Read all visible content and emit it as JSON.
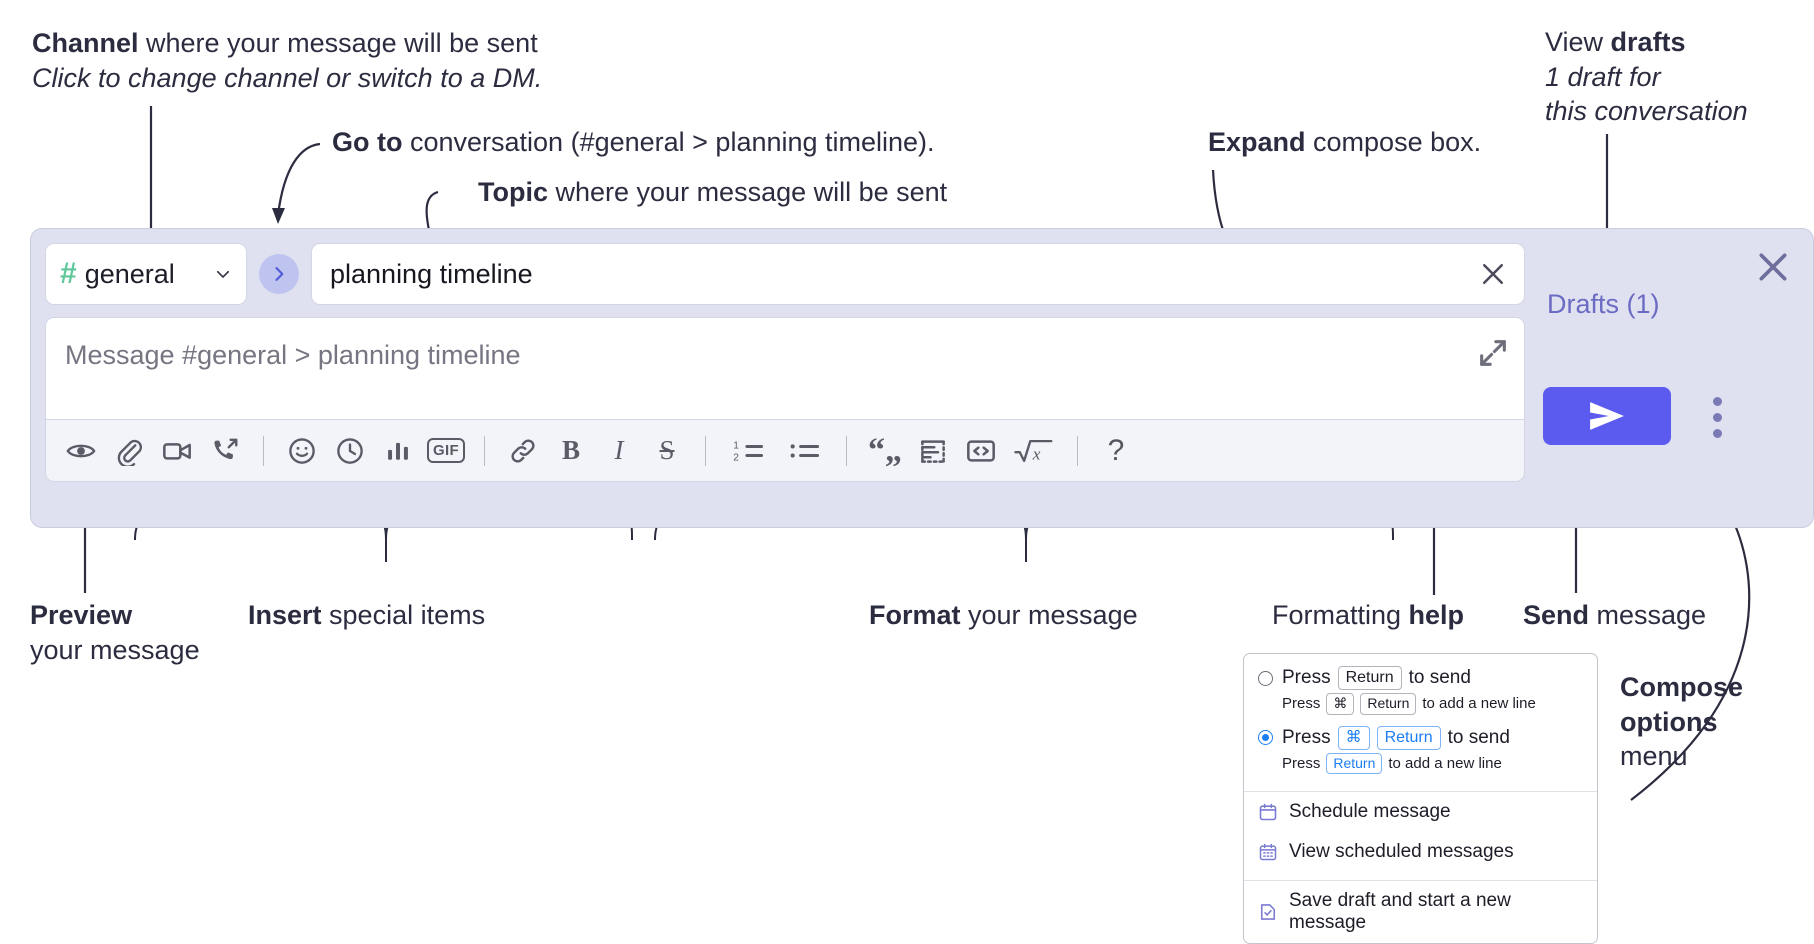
{
  "annotations": {
    "channel": {
      "bold": "Channel",
      "rest": " where your message will be sent",
      "italic": "Click to change channel or switch to a DM."
    },
    "goto": {
      "bold": "Go to",
      "rest": " conversation (#general > planning timeline)."
    },
    "topic": {
      "bold": "Topic",
      "rest": " where your message will be sent"
    },
    "expand": {
      "bold": "Expand",
      "rest": " compose box."
    },
    "drafts": {
      "rest": "View ",
      "bold": "drafts",
      "italic_line1": "1 draft for",
      "italic_line2": "this conversation"
    },
    "preview": {
      "bold": "Preview",
      "line2": "your message"
    },
    "insert": {
      "bold": "Insert",
      "rest": " special items"
    },
    "format": {
      "bold": "Format",
      "rest": " your message"
    },
    "help": {
      "rest": "Formatting ",
      "bold": "help"
    },
    "send": {
      "bold": "Send",
      "rest": " message"
    },
    "compose_options": {
      "bold_line1": "Compose",
      "bold_line2": "options",
      "line3": "menu"
    }
  },
  "compose": {
    "channel_name": "general",
    "hash_symbol": "#",
    "topic_value": "planning timeline",
    "message_placeholder": "Message #general > planning timeline",
    "drafts_label": "Drafts (1)",
    "accent_purple": "#5b5bf0",
    "panel_background": "#dfe1f0",
    "hash_green": "#5fc79a",
    "drafts_text_color": "#6b6bc4",
    "toolbar": [
      {
        "name": "preview-icon",
        "label": "Preview"
      },
      {
        "name": "attachment-icon",
        "label": "Attach file"
      },
      {
        "name": "video-icon",
        "label": "Record video clip"
      },
      {
        "name": "audio-call-icon",
        "label": "Record audio clip"
      },
      {
        "name": "divider-1",
        "label": ""
      },
      {
        "name": "emoji-icon",
        "label": "Emoji"
      },
      {
        "name": "clock-icon",
        "label": "Reminder"
      },
      {
        "name": "poll-icon",
        "label": "Poll"
      },
      {
        "name": "gif-icon",
        "label": "GIF"
      },
      {
        "name": "divider-2",
        "label": ""
      },
      {
        "name": "link-icon",
        "label": "Link"
      },
      {
        "name": "bold-icon",
        "label": "B"
      },
      {
        "name": "italic-icon",
        "label": "I"
      },
      {
        "name": "strikethrough-icon",
        "label": "S"
      },
      {
        "name": "divider-3",
        "label": ""
      },
      {
        "name": "ordered-list-icon",
        "label": "Ordered list"
      },
      {
        "name": "bulleted-list-icon",
        "label": "Bulleted list"
      },
      {
        "name": "divider-4",
        "label": ""
      },
      {
        "name": "blockquote-icon",
        "label": "Blockquote"
      },
      {
        "name": "code-block-icon",
        "label": "Code block"
      },
      {
        "name": "code-icon",
        "label": "Code"
      },
      {
        "name": "math-icon",
        "label": "Math"
      },
      {
        "name": "divider-5",
        "label": ""
      },
      {
        "name": "help-icon",
        "label": "?"
      }
    ]
  },
  "options_menu": {
    "radio_1": {
      "selected": false,
      "main_pre": "Press",
      "main_key": "Return",
      "main_post": "to send",
      "sub_pre": "Press",
      "sub_key_1": "⌘",
      "sub_key_2": "Return",
      "sub_post": "to add a new line"
    },
    "radio_2": {
      "selected": true,
      "main_pre": "Press",
      "main_key_1": "⌘",
      "main_key_2": "Return",
      "main_post": "to send",
      "sub_pre": "Press",
      "sub_key": "Return",
      "sub_post": "to add a new line"
    },
    "items": [
      {
        "icon": "calendar-schedule-icon",
        "label": "Schedule message"
      },
      {
        "icon": "calendar-view-icon",
        "label": "View scheduled messages"
      },
      {
        "icon": "save-draft-icon",
        "label": "Save draft and start a new message"
      }
    ]
  }
}
